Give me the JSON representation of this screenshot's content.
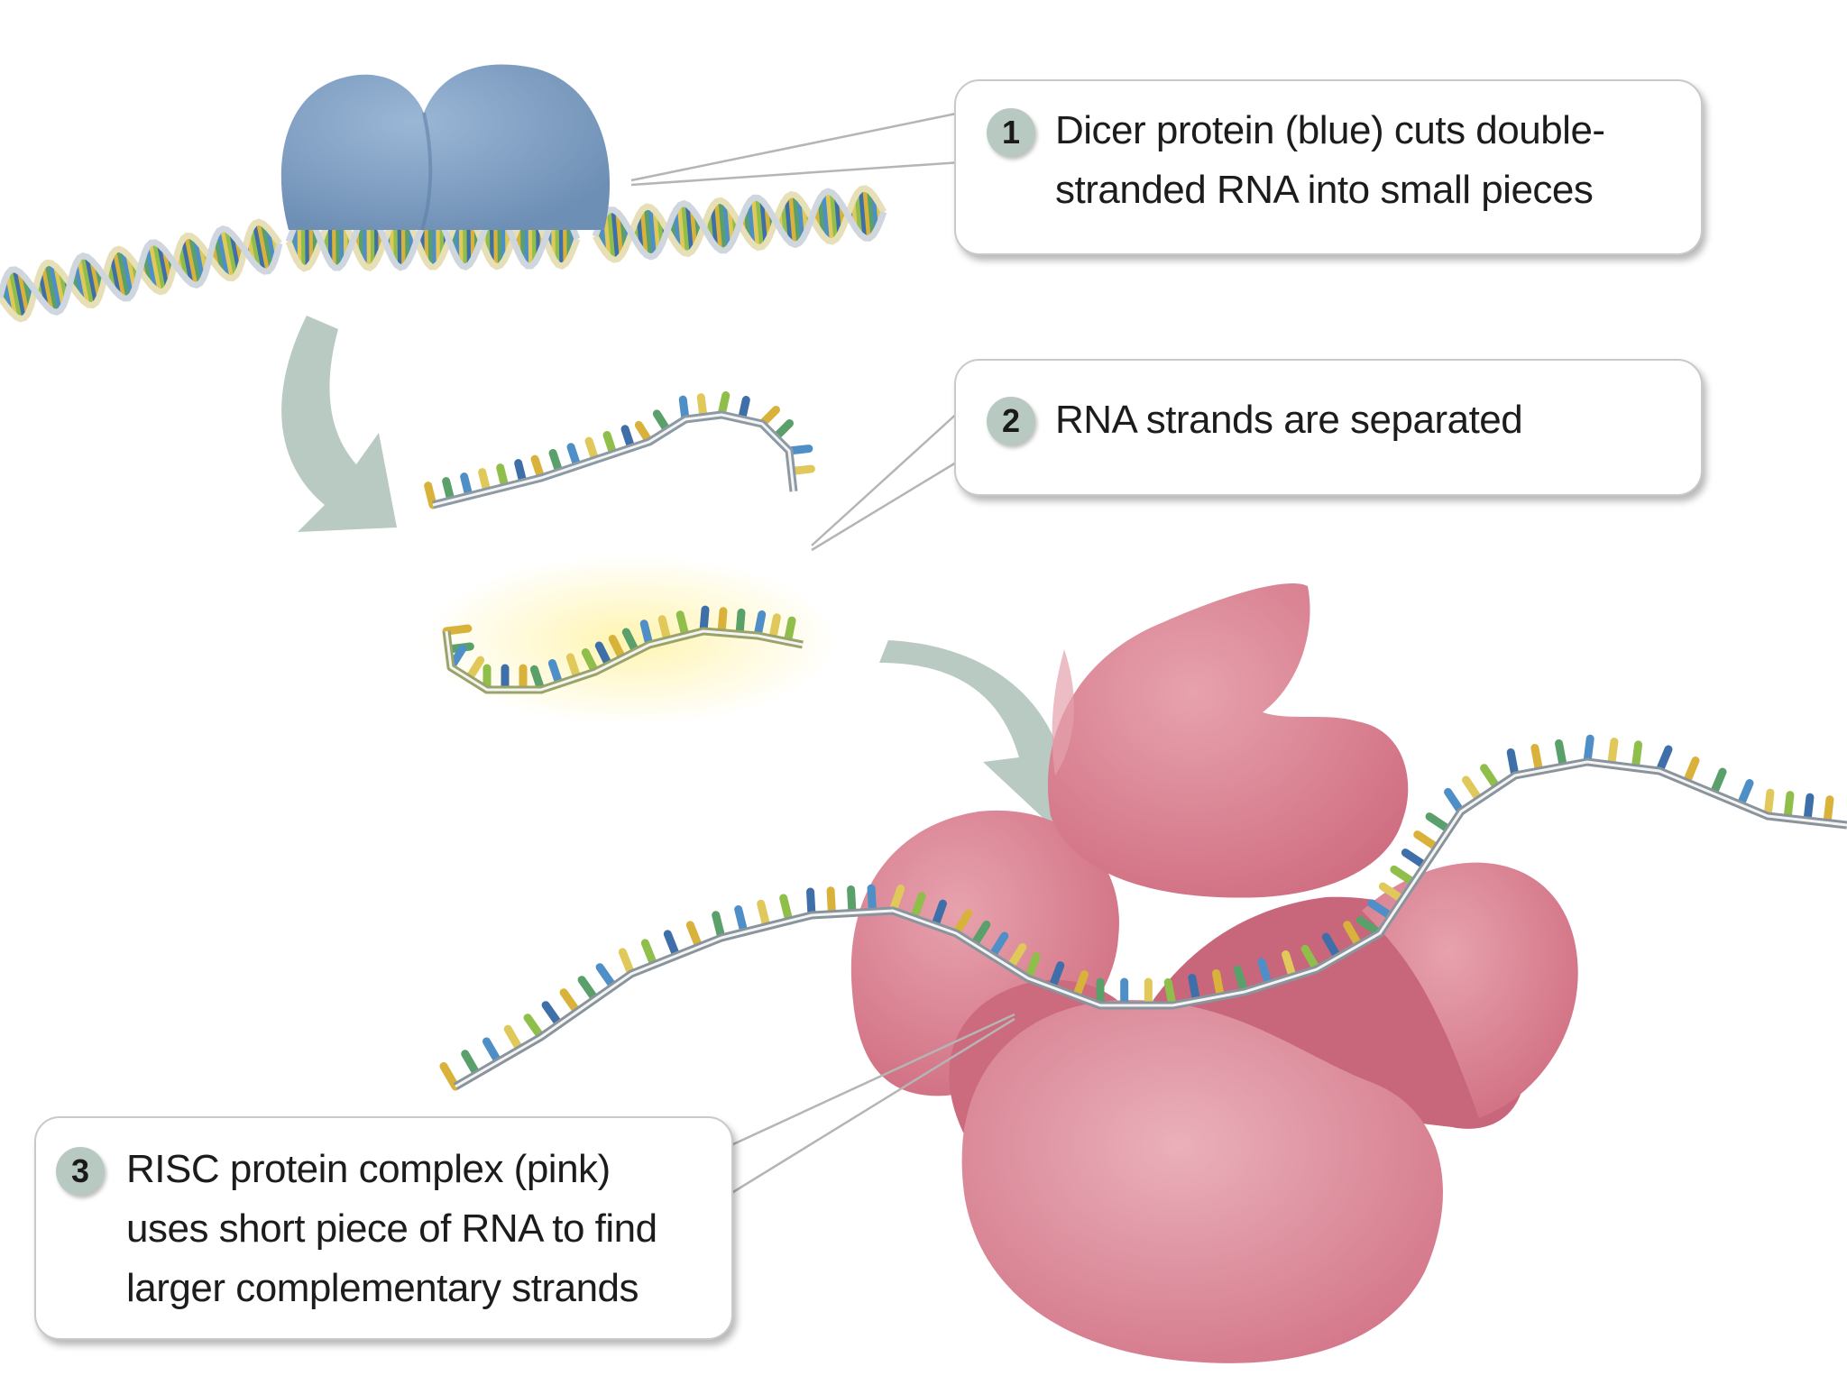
{
  "colors": {
    "dicer": "#7f9fc2",
    "risc": "#d97f90",
    "arrow": "#b9cac2",
    "step_badge": "#b8c9c1"
  },
  "steps": [
    {
      "number": "1",
      "lines": [
        "Dicer protein (blue) cuts double-",
        "stranded RNA into small pieces"
      ]
    },
    {
      "number": "2",
      "lines": [
        "RNA strands are separated"
      ]
    },
    {
      "number": "3",
      "lines": [
        "RISC protein complex (pink)",
        "uses short piece of RNA to find",
        "larger complementary strands"
      ]
    }
  ]
}
